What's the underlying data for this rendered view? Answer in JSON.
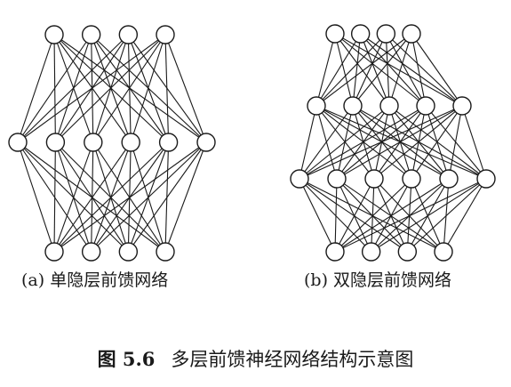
{
  "diagram_a": {
    "caption": "(a) 单隐层前馈网络",
    "layers": [
      4,
      6,
      4
    ]
  },
  "diagram_b": {
    "caption": "(b) 双隐层前馈网络",
    "layers": [
      4,
      5,
      6,
      4
    ]
  },
  "figure": {
    "number": "图 5.6",
    "title": "多层前馈神经网络结构示意图"
  },
  "colors": {
    "line": "#1a1a1a",
    "node_fill": "#ffffff"
  }
}
